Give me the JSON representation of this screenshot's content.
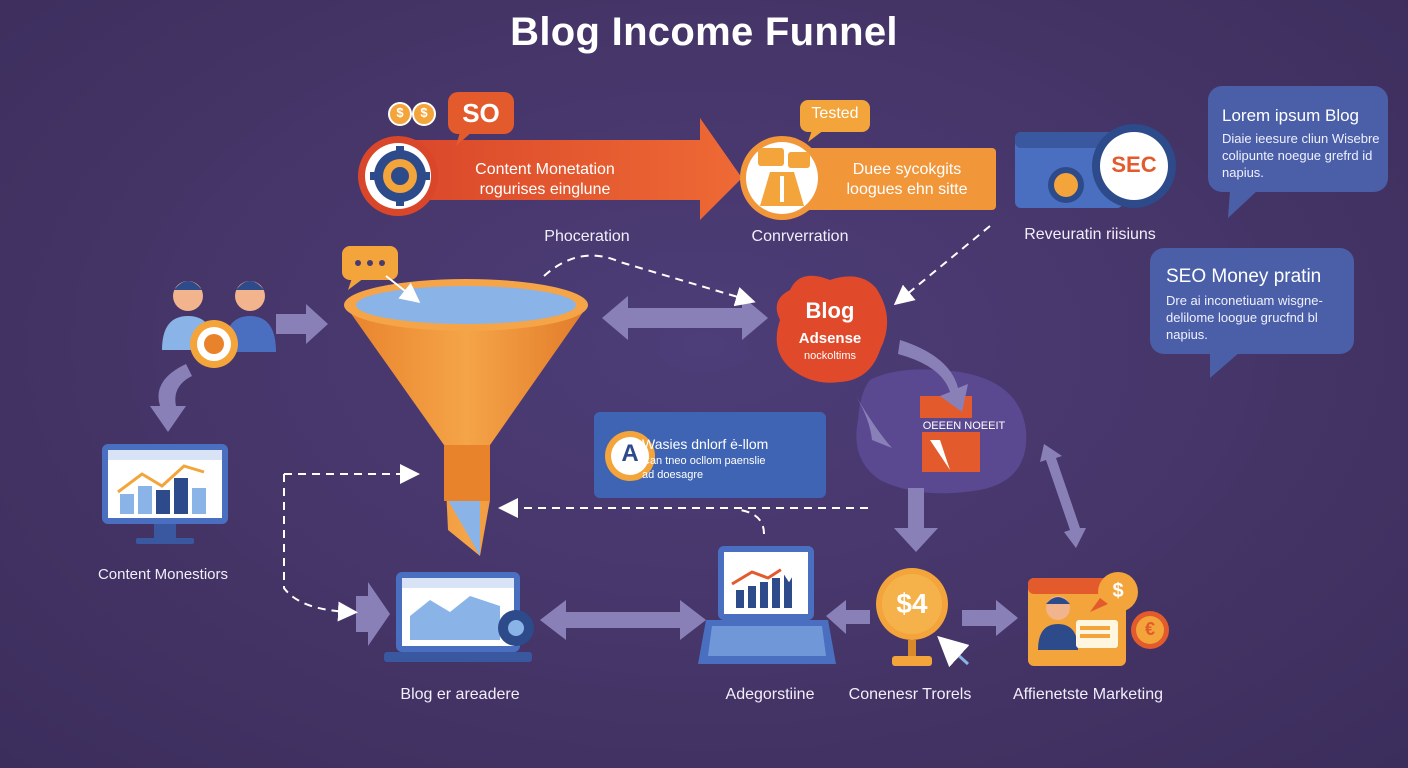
{
  "title": "Blog Income Funnel",
  "top_row": {
    "so_bubble": "SO",
    "coin_left": "$",
    "coin_right": "$",
    "content_banner_line1": "Content Monetation",
    "content_banner_line2": "rogurises einglune",
    "content_caption": "Phoceration",
    "tested_tag": "Tested",
    "dues_banner_line1": "Duee sycokgits",
    "dues_banner_line2": "loogues ehn sitte",
    "conversion_caption": "Conrverration",
    "sec_label": "SEC",
    "revenue_caption": "Reveuratin riisiuns"
  },
  "right_bubbles": {
    "lorem": {
      "title": "Lorem ipsum Blog",
      "line1": "Diaie ieesure cliun Wisebre",
      "line2": "colipunte noegue grefrd id",
      "line3": "napius."
    },
    "seo": {
      "title": "SEO Money pratin",
      "line1": "Dre ai inconetiuam wisgne-",
      "line2": "delilome loogue grucfnd bl",
      "line3": "napius."
    }
  },
  "middle": {
    "blog_blob_line1": "Blog",
    "blog_blob_line2": "Adsense",
    "blog_blob_line3": "nockoltims",
    "wasies_card_line1": "Wasies dnlorf ė-llom",
    "wasies_card_line2": "Can tneo ocllom paenslie",
    "wasies_card_line3": "ad doesagre",
    "open_sign": "OEEEN NOEEIT",
    "ad_icon_letter": "A"
  },
  "bottom": {
    "content_monetization_caption": "Content Monestiors",
    "blog_caption": "Blog er areadere",
    "advertising_caption": "Adegorstiine",
    "conversion_trends_caption": "Conenesr Trorels",
    "coin_value": "$4",
    "affiliate_caption": "Affienetste Marketing",
    "coin_dollar": "$",
    "coin_euro": "€"
  },
  "colors": {
    "background": "#45366d",
    "orange_red": "#e35a2c",
    "orange": "#f2963a",
    "amber": "#f3a43b",
    "blue_bubble": "#4a5fa8",
    "light_blue": "#8ab4e8",
    "arrow_purple": "#8a80b8",
    "white": "#ffffff"
  }
}
